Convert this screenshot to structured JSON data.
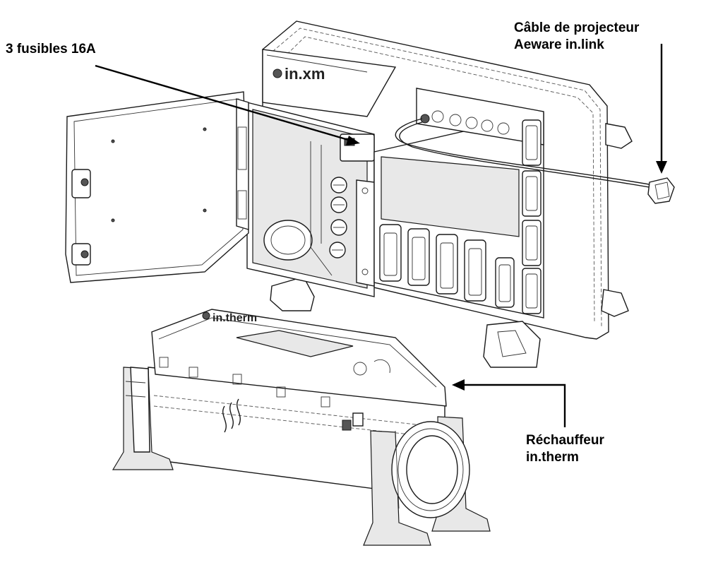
{
  "labels": {
    "fuses": "3 fusibles 16A",
    "cable_line1": "Câble de projecteur",
    "cable_line2": "Aeware in.link",
    "heater_line1": "Réchauffeur",
    "heater_line2": "in.therm"
  },
  "device_markings": {
    "control_box_brand": "in.xm",
    "heater_brand": "in.therm"
  },
  "icons": {
    "arrow_fuses": "arrow-icon",
    "arrow_cable": "arrow-icon",
    "arrow_heater": "arrow-icon"
  }
}
